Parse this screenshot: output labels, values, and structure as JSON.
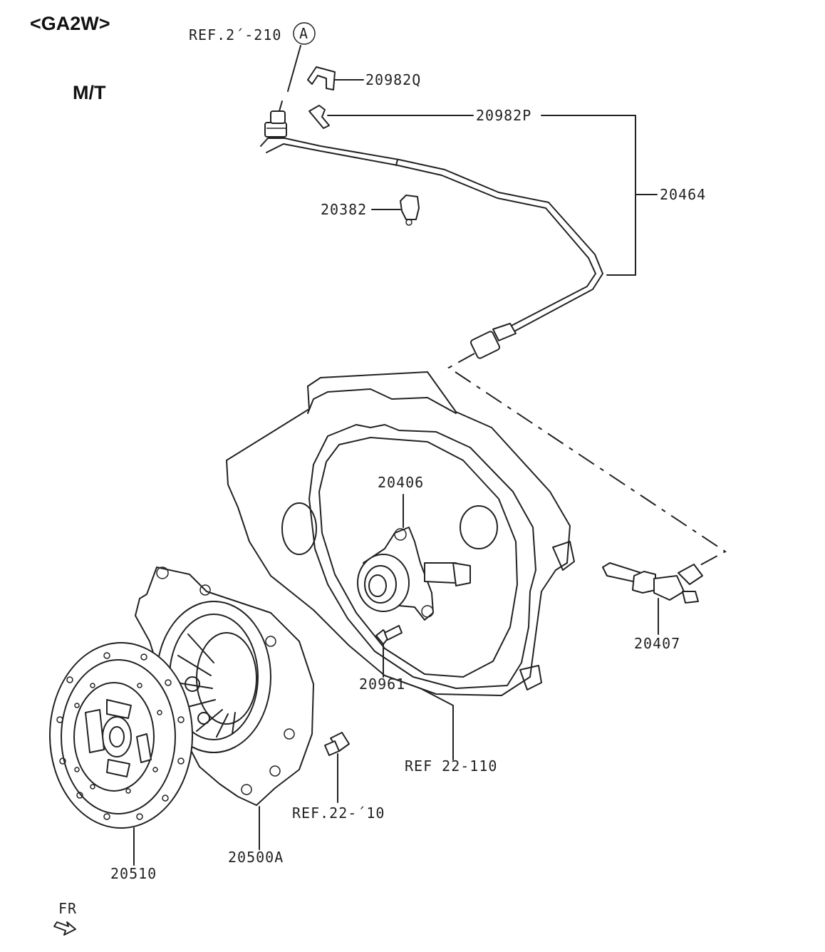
{
  "header": {
    "model_code": "<GA2W>",
    "transmission": "M/T"
  },
  "labels": {
    "ref_21_210": "REF.2´-210",
    "callout_a": "A",
    "p20982Q": "20982Q",
    "p20982P": "20982P",
    "p20464": "20464",
    "p20382": "20382",
    "p20406": "20406",
    "p20407": "20407",
    "p20961": "20961",
    "ref_22_110_a": "REF 22-110",
    "ref_22_110_b": "REF.22-´10",
    "p20500A": "20500A",
    "p20510": "20510",
    "front_marker": "FR"
  }
}
